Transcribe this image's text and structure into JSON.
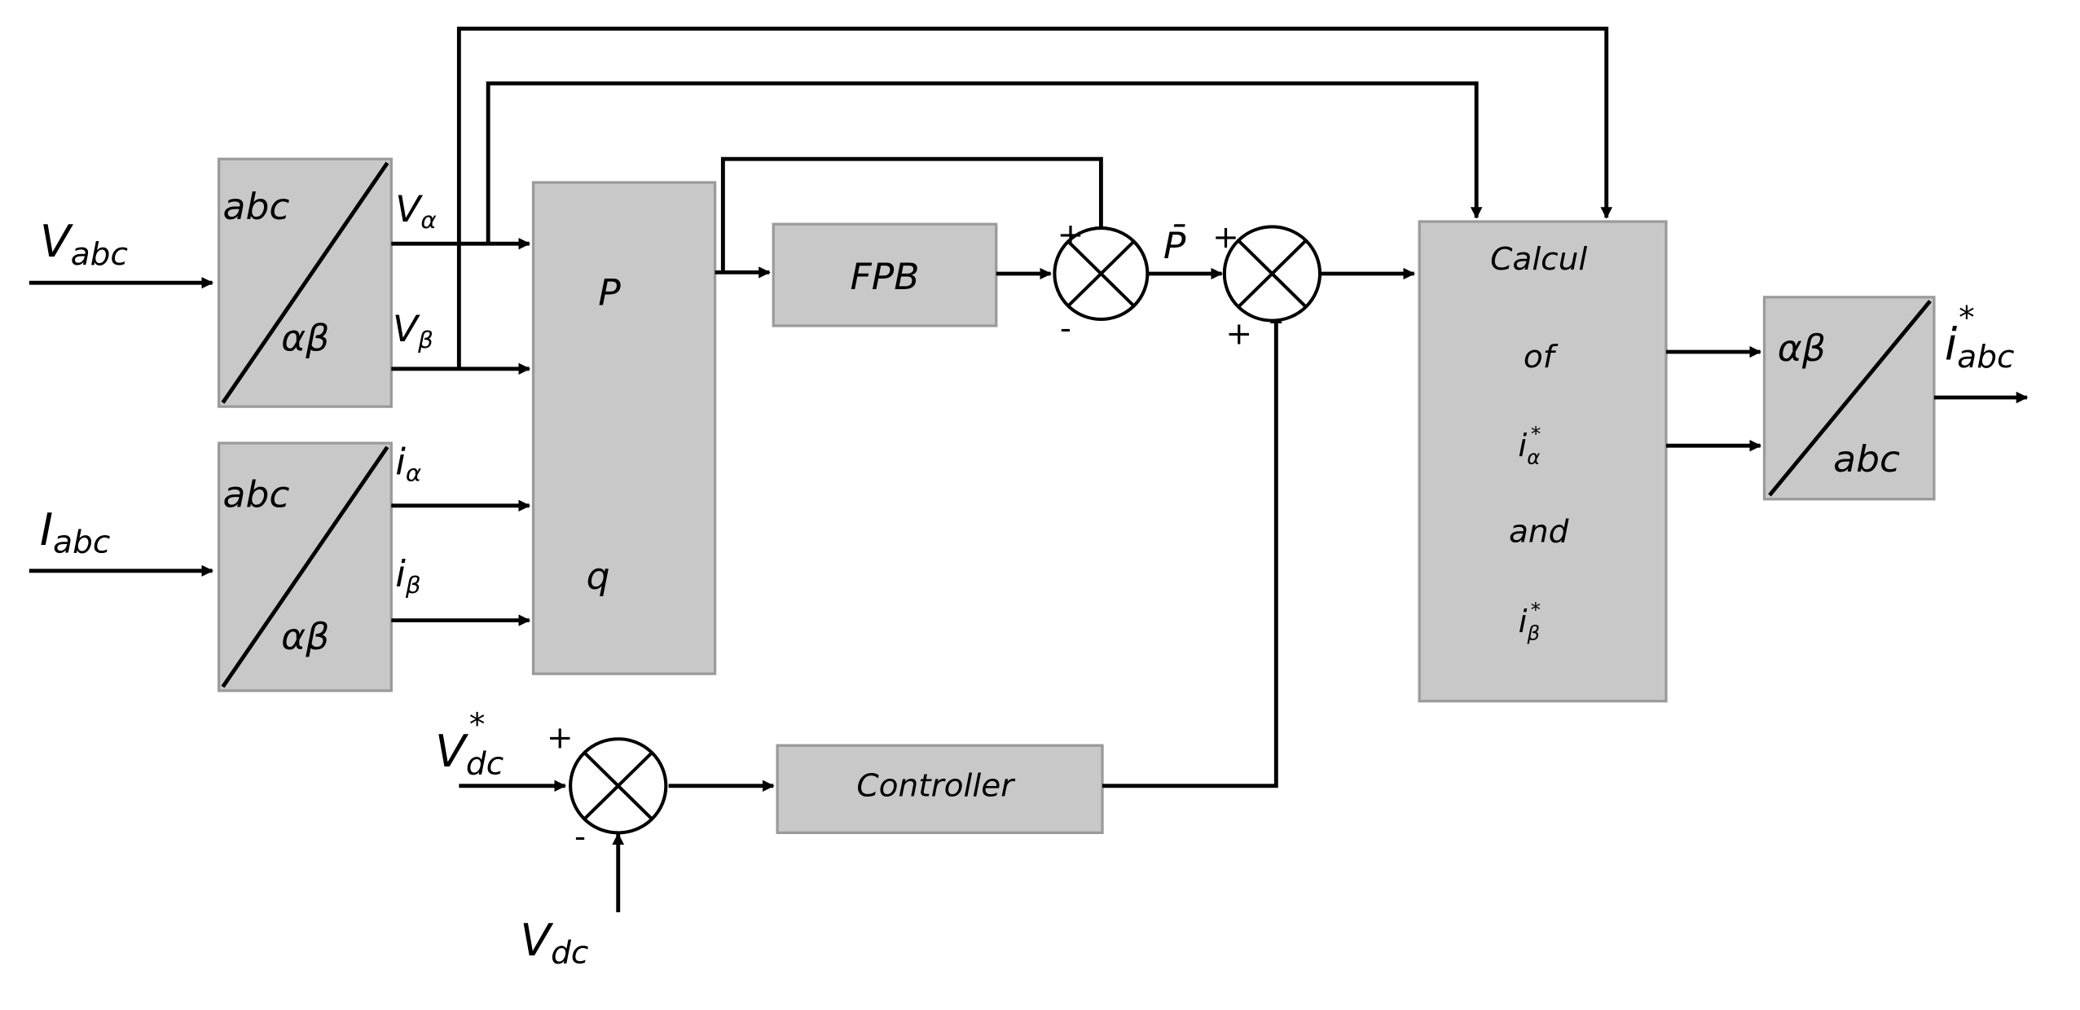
{
  "inputs": {
    "v_abc": "V",
    "v_abc_sub": "abc",
    "i_abc": "I",
    "i_abc_sub": "abc",
    "v_dc_ref": "V",
    "v_dc_ref_sub": "dc",
    "v_dc_ref_sup": "*",
    "v_dc": "V",
    "v_dc_sub": "dc"
  },
  "outputs": {
    "i_abc_ref": "i",
    "i_abc_ref_sub": "abc",
    "i_abc_ref_sup": "*"
  },
  "blocks": {
    "clarke_v_top": "abc",
    "clarke_v_bottom": "αβ",
    "clarke_i_top": "abc",
    "clarke_i_bottom": "αβ",
    "pq_p": "P",
    "pq_q": "q",
    "filter": "FPB",
    "controller": "Controller",
    "calc_line1": "Calcul",
    "calc_line2": "of",
    "calc_line3": "i",
    "calc_line3_sub": "α",
    "calc_line3_sup": "*",
    "calc_line4": "and",
    "calc_line5": "i",
    "calc_line5_sub": "β",
    "calc_line5_sup": "*",
    "inv_clarke_top": "αβ",
    "inv_clarke_bottom": "abc"
  },
  "signals": {
    "v_alpha": "V",
    "v_alpha_sub": "α",
    "v_beta": "V",
    "v_beta_sub": "β",
    "i_alpha": "i",
    "i_alpha_sub": "α",
    "i_beta": "i",
    "i_beta_sub": "β",
    "p_bar": "P̄"
  },
  "signs": {
    "sum1_top": "+",
    "sum1_bottom": "-",
    "sum2_top": "+",
    "sum2_bottom": "+",
    "sum3_top": "+",
    "sum3_bottom": "-"
  }
}
